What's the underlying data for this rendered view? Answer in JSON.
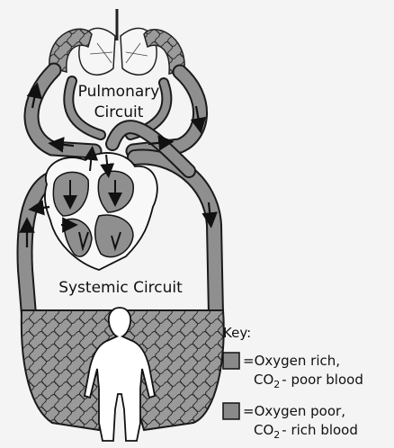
{
  "labels": {
    "pulmonary_line1": "Pulmonary",
    "pulmonary_line2": "Circuit",
    "systemic": "Systemic Circuit"
  },
  "key": {
    "title": "Key:",
    "item1_line1": "=Oxygen rich,",
    "item1_line2_pre": "CO",
    "item1_line2_sub": "2",
    "item1_line2_post": "- poor blood",
    "item2_line1": "=Oxygen poor,",
    "item2_line2_pre": "CO",
    "item2_line2_sub": "2",
    "item2_line2_post": "- rich blood"
  },
  "colors": {
    "background": "#f4f4f4",
    "vessel": "#8f8f8f",
    "outline": "#1a1a1a",
    "key_swatch": "#8a8a8a"
  }
}
